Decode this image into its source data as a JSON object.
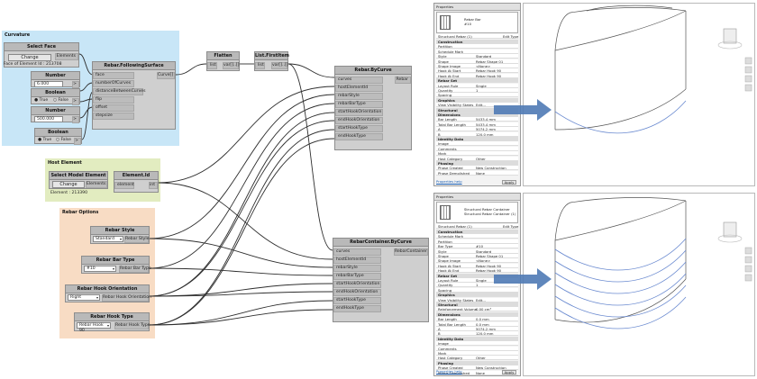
{
  "groups": {
    "curvature": "Curvature",
    "host_element": "Host Element",
    "rebar_options": "Rebar Options"
  },
  "nodes": {
    "select_face": {
      "title": "Select Face",
      "button": "Change",
      "output": "Elements",
      "info": "Face of Element Id : 213708"
    },
    "number1": {
      "title": "Number",
      "value": "6.000",
      "output": ">"
    },
    "boolean1": {
      "title": "Boolean",
      "true_label": "True",
      "false_label": "False",
      "output": ">"
    },
    "number2": {
      "title": "Number",
      "value": "500.000",
      "output": ">"
    },
    "boolean2": {
      "title": "Boolean",
      "true_label": "True",
      "false_label": "False",
      "output": ">"
    },
    "rebar_follow": {
      "title": "Rebar.FollowingSurface",
      "inputs": [
        "face",
        "numberOfCurves",
        "distanceBetweenCurves",
        "flip",
        "offset",
        "stepsize"
      ],
      "output": "Curve[]"
    },
    "flatten": {
      "title": "Flatten",
      "input": "list",
      "output": "var[]..[]"
    },
    "list_first": {
      "title": "List.FirstItem",
      "input": "list",
      "output": "var[]..[]"
    },
    "rebar_bycurve": {
      "title": "Rebar.ByCurve",
      "inputs": [
        "curves",
        "hostElementId",
        "rebarStyle",
        "rebarBarType",
        "startHookOrientation",
        "endHookOrientation",
        "startHookType",
        "endHookType"
      ],
      "output": "Rebar"
    },
    "select_model": {
      "title": "Select Model Element",
      "button": "Change",
      "output": "Elements",
      "info": "Element : 213390"
    },
    "element_id": {
      "title": "Element.Id",
      "input": "element",
      "output": "int"
    },
    "rebar_style": {
      "title": "Rebar Style",
      "value": "Standard",
      "output": "Rebar Style"
    },
    "rebar_bar_type": {
      "title": "Rebar Bar Type",
      "value": "#10",
      "output": "Rebar Bar Type"
    },
    "rebar_hook_orient": {
      "title": "Rebar Hook Orientation",
      "value": "Right",
      "output": "Rebar Hook Orientation"
    },
    "rebar_hook_type": {
      "title": "Rebar Hook Type",
      "value": "Rebar Hook 90",
      "output": "Rebar Hook Type"
    },
    "rebar_container": {
      "title": "RebarContainer.ByCurve",
      "inputs": [
        "curves",
        "hostElementId",
        "rebarStyle",
        "rebarBarType",
        "startHookOrientation",
        "endHookOrientation",
        "startHookType",
        "endHookType"
      ],
      "output": "RebarContainer"
    }
  },
  "panel_top": {
    "header": "Properties",
    "type_name": "Rebar Bar",
    "type_sub": "#10",
    "selector": "Structural Rebar (1)",
    "edit_type": "Edit Type",
    "rows": [
      {
        "k": "Construction",
        "v": "",
        "section": true
      },
      {
        "k": "Partition",
        "v": ""
      },
      {
        "k": "Schedule Mark",
        "v": ""
      },
      {
        "k": "Style",
        "v": "Standard"
      },
      {
        "k": "Shape",
        "v": "Rebar Shape 01"
      },
      {
        "k": "Shape Image",
        "v": "<None>"
      },
      {
        "k": "Hook At Start",
        "v": "Rebar Hook 90"
      },
      {
        "k": "Hook At End",
        "v": "Rebar Hook 90"
      },
      {
        "k": "Rebar Set",
        "v": "",
        "section": true
      },
      {
        "k": "Layout Rule",
        "v": "Single"
      },
      {
        "k": "Quantity",
        "v": "1"
      },
      {
        "k": "Spacing",
        "v": ""
      },
      {
        "k": "Graphics",
        "v": "",
        "section": true
      },
      {
        "k": "View Visibility States",
        "v": "Edit..."
      },
      {
        "k": "Structural",
        "v": "",
        "section": true
      },
      {
        "k": "Dimensions",
        "v": "",
        "section": true
      },
      {
        "k": "Bar Length",
        "v": "5433.4 mm"
      },
      {
        "k": "Total Bar Length",
        "v": "5433.4 mm"
      },
      {
        "k": "A",
        "v": "5074.2 mm"
      },
      {
        "k": "B",
        "v": "120.0 mm"
      },
      {
        "k": "Identity Data",
        "v": "",
        "section": true
      },
      {
        "k": "Image",
        "v": ""
      },
      {
        "k": "Comments",
        "v": ""
      },
      {
        "k": "Mark",
        "v": ""
      },
      {
        "k": "Host Category",
        "v": "Other"
      },
      {
        "k": "Phasing",
        "v": "",
        "section": true
      },
      {
        "k": "Phase Created",
        "v": "New Construction"
      },
      {
        "k": "Phase Demolished",
        "v": "None"
      }
    ],
    "footer": "Properties help",
    "apply": "Apply"
  },
  "panel_bottom": {
    "header": "Properties",
    "type_name": "Structural Rebar Container",
    "type_sub": "Structural Rebar Container (1)",
    "selector": "Structural Rebar (1)",
    "edit_type": "Edit Type",
    "rows": [
      {
        "k": "Construction",
        "v": "",
        "section": true
      },
      {
        "k": "Schedule Mark",
        "v": ""
      },
      {
        "k": "Partition",
        "v": ""
      },
      {
        "k": "Bar Type",
        "v": "#10"
      },
      {
        "k": "Style",
        "v": "Standard"
      },
      {
        "k": "Shape",
        "v": "Rebar Shape 01"
      },
      {
        "k": "Shape Image",
        "v": "<None>"
      },
      {
        "k": "Hook At Start",
        "v": "Rebar Hook 90"
      },
      {
        "k": "Hook At End",
        "v": "Rebar Hook 90"
      },
      {
        "k": "Rebar Set",
        "v": "",
        "section": true
      },
      {
        "k": "Layout Rule",
        "v": "Single"
      },
      {
        "k": "Quantity",
        "v": "1"
      },
      {
        "k": "Spacing",
        "v": ""
      },
      {
        "k": "Graphics",
        "v": "",
        "section": true
      },
      {
        "k": "View Visibility States",
        "v": "Edit..."
      },
      {
        "k": "Structural",
        "v": "",
        "section": true
      },
      {
        "k": "Reinforcement Volume",
        "v": "0.00 cm³"
      },
      {
        "k": "Dimensions",
        "v": "",
        "section": true
      },
      {
        "k": "Bar Length",
        "v": "0.0 mm"
      },
      {
        "k": "Total Bar Length",
        "v": "0.0 mm"
      },
      {
        "k": "A",
        "v": "5074.2 mm"
      },
      {
        "k": "B",
        "v": "120.0 mm"
      },
      {
        "k": "Identity Data",
        "v": "",
        "section": true
      },
      {
        "k": "Image",
        "v": ""
      },
      {
        "k": "Comments",
        "v": ""
      },
      {
        "k": "Mark",
        "v": ""
      },
      {
        "k": "Host Category",
        "v": "Other"
      },
      {
        "k": "Phasing",
        "v": "",
        "section": true
      },
      {
        "k": "Phase Created",
        "v": "New Construction"
      },
      {
        "k": "Phase Demolished",
        "v": "None"
      }
    ],
    "footer": "Properties help",
    "apply": "Apply"
  },
  "colors": {
    "curvature_group": "#c8e6f7",
    "host_group": "#e2ecc0",
    "rebar_group": "#f8dcc4",
    "arrow": "#4f7ab5",
    "rebar_line": "#6a8ad0"
  }
}
